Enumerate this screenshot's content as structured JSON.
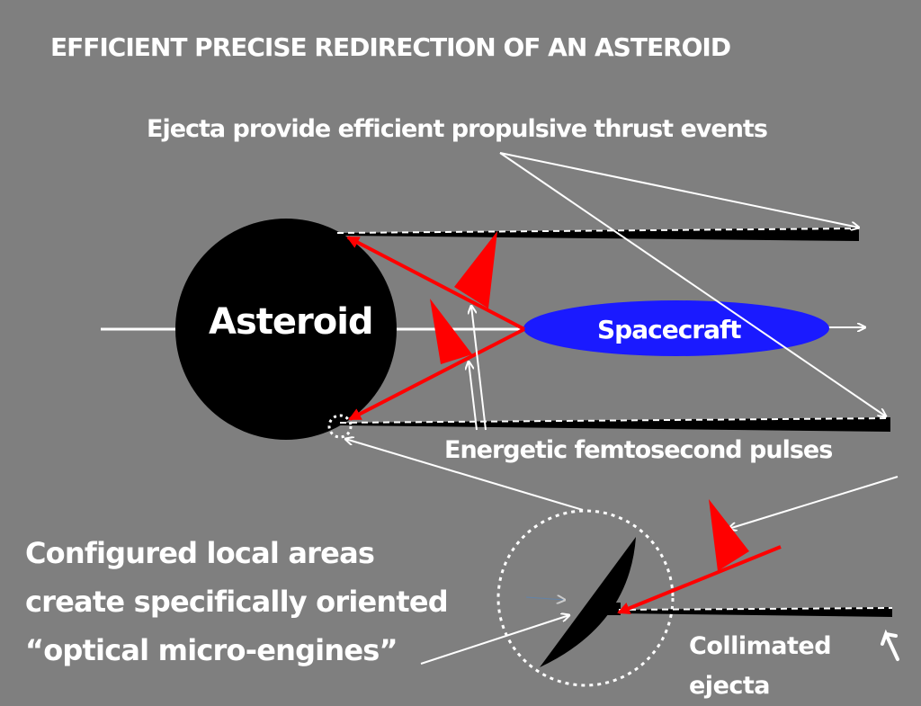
{
  "title": "EFFICIENT PRECISE REDIRECTION OF AN ASTEROID",
  "labels": {
    "ejecta_thrust": "Ejecta provide efficient propulsive thrust events",
    "asteroid": "Asteroid",
    "spacecraft": "Spacecraft",
    "pulses": "Energetic femtosecond pulses",
    "configured_lines": [
      "Configured local areas",
      "create specifically oriented",
      "“optical micro-engines”"
    ],
    "collimated_lines": [
      "Collimated",
      "ejecta"
    ]
  },
  "colors": {
    "background": "#7f7f7f",
    "asteroid": "#000000",
    "spacecraft": "#1a1aff",
    "laser": "#ff0000",
    "annotation": "#ffffff"
  }
}
